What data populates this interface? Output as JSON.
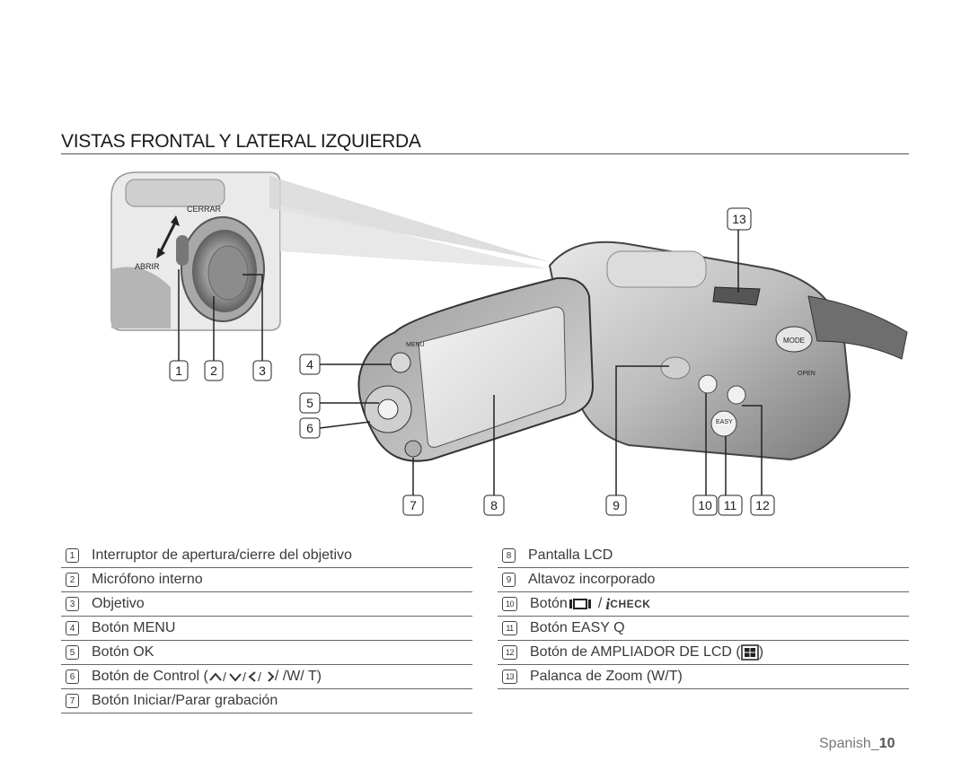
{
  "page": {
    "title": "VISTAS FRONTAL Y LATERAL IZQUIERDA",
    "footer_lang": "Spanish_",
    "footer_page": "10"
  },
  "figure": {
    "inset_label_close": "CERRAR",
    "inset_label_open": "ABRIR",
    "body_label_menu": "MENU",
    "body_label_mode": "MODE",
    "body_label_open": "OPEN",
    "body_label_easy": "EASY",
    "callouts": [
      "1",
      "2",
      "3",
      "4",
      "5",
      "6",
      "7",
      "8",
      "9",
      "10",
      "11",
      "12",
      "13"
    ]
  },
  "legend_left": [
    {
      "n": "1",
      "text": "Interruptor de apertura/cierre del objetivo"
    },
    {
      "n": "2",
      "text": "Micrófono interno"
    },
    {
      "n": "3",
      "text": "Objetivo"
    },
    {
      "n": "4",
      "text": "Botón MENU"
    },
    {
      "n": "5",
      "text": "Botón OK"
    },
    {
      "n": "6",
      "text": "Botón de Control (",
      "suffix": ")",
      "control_glyphs": "/ /W/ T"
    },
    {
      "n": "7",
      "text": "Botón Iniciar/Parar grabación"
    }
  ],
  "legend_right": [
    {
      "n": "8",
      "text": "Pantalla LCD"
    },
    {
      "n": "9",
      "text": "Altavoz incorporado"
    },
    {
      "n": "10",
      "text": "Botón",
      "icheck": "CHECK"
    },
    {
      "n": "11",
      "text": "Botón EASY Q"
    },
    {
      "n": "12",
      "text": "Botón de AMPLIADOR DE LCD (",
      "suffix": ")"
    },
    {
      "n": "13",
      "text": "Palanca de Zoom (W/T)"
    }
  ]
}
